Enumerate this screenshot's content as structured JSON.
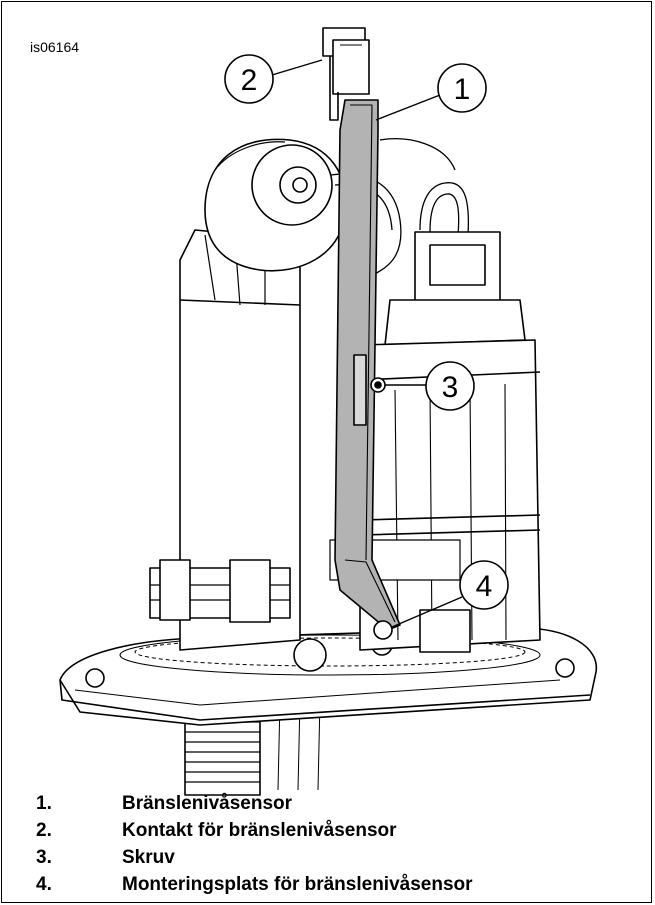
{
  "figure_id": "is06164",
  "callouts": [
    "1",
    "2",
    "3",
    "4"
  ],
  "legend": [
    {
      "num": "1.",
      "text": "Bränslenivåsensor"
    },
    {
      "num": "2.",
      "text": "Kontakt för bränslenivåsensor"
    },
    {
      "num": "3.",
      "text": "Skruv"
    },
    {
      "num": "4.",
      "text": "Monteringsplats för bränslenivåsensor"
    }
  ],
  "colors": {
    "line": "#000000",
    "sensor_fill": "#b3b3b3",
    "part_fill": "#ffffff",
    "shade": "#e6e6e6"
  }
}
